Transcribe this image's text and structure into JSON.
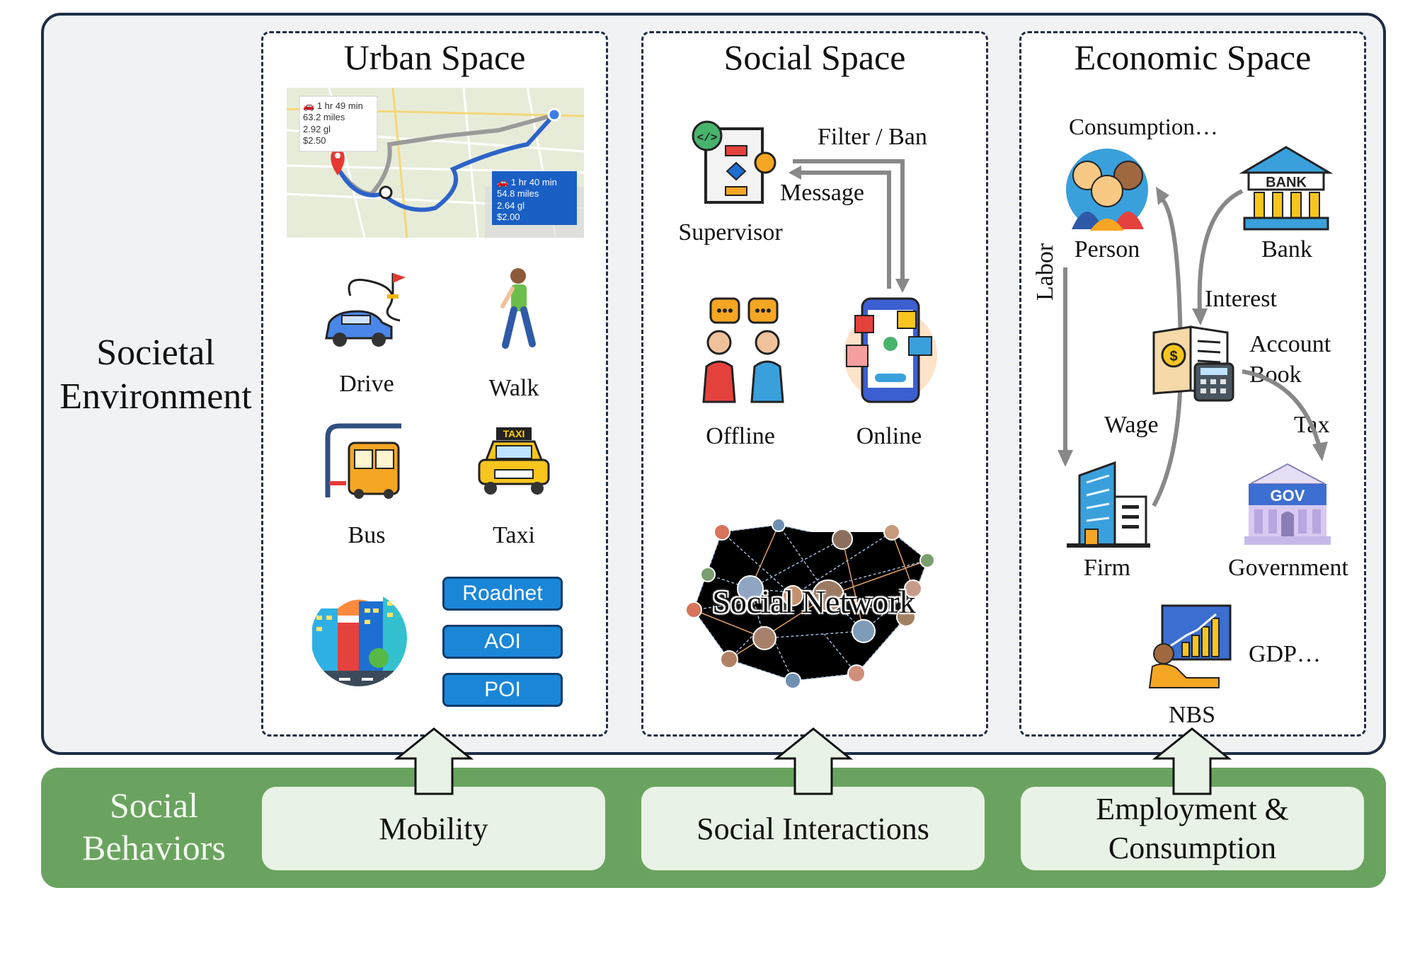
{
  "environment": {
    "label": "Societal Environment"
  },
  "urban": {
    "title": "Urban Space",
    "map": {
      "card1": [
        "1 hr 49 min",
        "63.2 miles",
        "2.92 gl",
        "$2.50"
      ],
      "card2": [
        "1 hr 40 min",
        "54.8 miles",
        "2.64 gl",
        "$2.00"
      ]
    },
    "modes": [
      "Drive",
      "Walk",
      "Bus",
      "Taxi"
    ],
    "chips": [
      "Roadnet",
      "AOI",
      "POI"
    ]
  },
  "social": {
    "title": "Social Space",
    "supervisor": "Supervisor",
    "filter": "Filter / Ban",
    "message": "Message",
    "offline": "Offline",
    "online": "Online",
    "network": "Social Network"
  },
  "economic": {
    "title": "Economic Space",
    "consumption": "Consumption…",
    "person": "Person",
    "bank": "Bank",
    "labor": "Labor",
    "interest": "Interest",
    "account_book": [
      "Account",
      "Book"
    ],
    "wage": "Wage",
    "tax": "Tax",
    "firm": "Firm",
    "government": "Government",
    "gdp": "GDP…",
    "nbs": "NBS",
    "bank_sign": "BANK",
    "gov_sign": "GOV",
    "taxi_sign": "TAXI"
  },
  "behaviors": {
    "label": "Social Behaviors",
    "items": [
      "Mobility",
      "Social Interactions",
      "Employment & Consumption"
    ]
  },
  "colors": {
    "frame": "#1d2d44",
    "panel_bg": "#f1f2f4",
    "behavior_bar": "#6aa35f",
    "behavior_box": "#e9f2e6",
    "chip_blue": "#1a86d8",
    "route_blue": "#2d63c8"
  },
  "icons": [
    "car-icon",
    "walker-icon",
    "bus-stop-icon",
    "taxi-icon",
    "city-icon",
    "supervisor-flowchart-icon",
    "chat-people-icon",
    "phone-apps-icon",
    "network-icon",
    "people-icon",
    "bank-icon",
    "account-book-icon",
    "firm-building-icon",
    "government-icon",
    "analyst-chart-icon",
    "up-arrow-icon"
  ]
}
